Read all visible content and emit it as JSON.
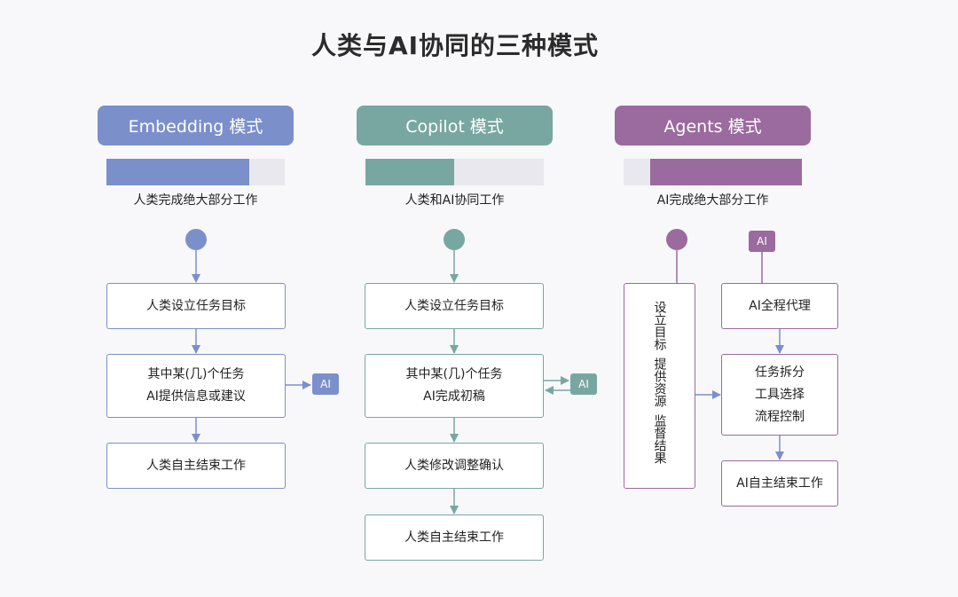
{
  "title": "人类与AI协同的三种模式",
  "colors": {
    "embedding": "#7b8fca",
    "copilot": "#78a7a1",
    "agents": "#9b6a9e",
    "bar_track": "#e8e8ee"
  },
  "modes": [
    {
      "name": "Embedding 模式",
      "ai_share": 0.2,
      "human_share": 0.8,
      "caption": "人类完成绝大部分工作",
      "steps": [
        {
          "lines": [
            "人类设立任务目标"
          ]
        },
        {
          "lines": [
            "其中某(几)个任务",
            "AI提供信息或建议"
          ]
        },
        {
          "lines": [
            "人类自主结束工作"
          ]
        }
      ],
      "ai_tag": "AI"
    },
    {
      "name": "Copilot 模式",
      "ai_share": 0.5,
      "human_share": 0.5,
      "caption": "人类和AI协同工作",
      "steps": [
        {
          "lines": [
            "人类设立任务目标"
          ]
        },
        {
          "lines": [
            "其中某(几)个任务",
            "AI完成初稿"
          ]
        },
        {
          "lines": [
            "人类修改调整确认"
          ]
        },
        {
          "lines": [
            "人类自主结束工作"
          ]
        }
      ],
      "ai_tag": "AI"
    },
    {
      "name": "Agents 模式",
      "ai_share": 0.85,
      "human_share": 0.15,
      "caption": "AI完成绝大部分工作",
      "human_column": [
        "设立目标",
        "提供资源",
        "监督结果"
      ],
      "ai_tag": "AI",
      "steps": [
        {
          "lines": [
            "AI全程代理"
          ]
        },
        {
          "lines": [
            "任务拆分",
            "工具选择",
            "流程控制"
          ]
        },
        {
          "lines": [
            "AI自主结束工作"
          ]
        }
      ]
    }
  ]
}
